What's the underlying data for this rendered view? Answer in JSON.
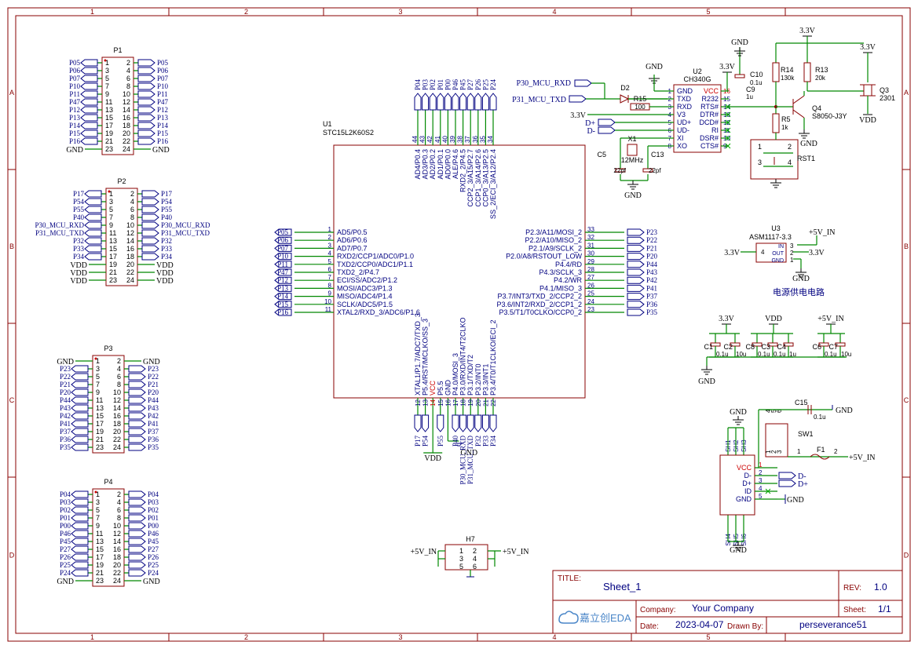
{
  "sheet": {
    "columns": [
      "1",
      "2",
      "3",
      "4",
      "5"
    ],
    "rows": [
      "A",
      "B",
      "C",
      "D"
    ]
  },
  "headers": [
    {
      "id": "P1",
      "left": [
        "P05",
        "P06",
        "P07",
        "P10",
        "P11",
        "P47",
        "P12",
        "P13",
        "P14",
        "P15",
        "P16",
        "GND"
      ],
      "right": [
        "P05",
        "P06",
        "P07",
        "P10",
        "P11",
        "P47",
        "P12",
        "P13",
        "P14",
        "P15",
        "P16",
        "GND"
      ]
    },
    {
      "id": "P2",
      "left": [
        "P17",
        "P54",
        "P55",
        "P40",
        "P30_MCU_RXD",
        "P31_MCU_TXD",
        "P32",
        "P33",
        "P34",
        "VDD",
        "VDD",
        "VDD"
      ],
      "right": [
        "P17",
        "P54",
        "P55",
        "P40",
        "P30_MCU_RXD",
        "P31_MCU_TXD",
        "P32",
        "P33",
        "P34",
        "VDD",
        "VDD",
        "VDD"
      ]
    },
    {
      "id": "P3",
      "left": [
        "GND",
        "P23",
        "P22",
        "P21",
        "P20",
        "P44",
        "P43",
        "P42",
        "P41",
        "P37",
        "P36",
        "P35"
      ],
      "right": [
        "GND",
        "P23",
        "P22",
        "P21",
        "P20",
        "P44",
        "P43",
        "P42",
        "P41",
        "P37",
        "P36",
        "P35"
      ]
    },
    {
      "id": "P4",
      "left": [
        "P04",
        "P03",
        "P02",
        "P01",
        "P00",
        "P46",
        "P45",
        "P27",
        "P26",
        "P25",
        "P24",
        "GND"
      ],
      "right": [
        "P04",
        "P03",
        "P02",
        "P01",
        "P00",
        "P46",
        "P45",
        "P27",
        "P26",
        "P25",
        "P24",
        "GND"
      ]
    }
  ],
  "mcu": {
    "ref": "U1",
    "name": "STC15L2K60S2",
    "left_nets": [
      "P05",
      "P06",
      "P07",
      "P10",
      "P11",
      "P47",
      "P12",
      "P13",
      "P14",
      "P15",
      "P16"
    ],
    "left_pins": [
      "AD5/P0.5",
      "AD6/P0.6",
      "AD7/P0.7",
      "RXD2/CCP1/ADC0/P1.0",
      "TXD2/CCP0/ADC1/P1.1",
      "TXD2_2/P4.7",
      "ECI/SS/ADC2/P1.2",
      "MOSI/ADC3/P1.3",
      "MISO/ADC4/P1.4",
      "SCLK/ADC5/P1.5",
      "XTAL2/RXD_3/ADC6/P1.6"
    ],
    "left_nums": [
      "1",
      "2",
      "3",
      "4",
      "5",
      "6",
      "7",
      "8",
      "9",
      "10",
      "11"
    ],
    "right_nets": [
      "P23",
      "P22",
      "P21",
      "P20",
      "P44",
      "P43",
      "P42",
      "P41",
      "P37",
      "P36",
      "P35"
    ],
    "right_pins": [
      "P2.3/A11/MOSI_2",
      "P2.2/A10/MISO_2",
      "P2.1/A9/SCLK_2",
      "P2.0/A8/RSTOUT_LOW",
      "P4.4/RD",
      "P4.3/SCLK_3",
      "P4.2/WR",
      "P4.1/MISO_3",
      "P3.7/INT3/TXD_2/CCP2_2",
      "P3.6/INT2/RXD_2/CCP1_2",
      "P3.5/T1/T0CLKO/CCP0_2"
    ],
    "right_nums": [
      "33",
      "32",
      "31",
      "30",
      "29",
      "28",
      "27",
      "26",
      "25",
      "24",
      "23"
    ],
    "top_nets": [
      "P04",
      "P03",
      "P02",
      "P01",
      "P00",
      "P46",
      "P45",
      "P27",
      "P26",
      "P25",
      "P24"
    ],
    "top_pins": [
      "AD4/P0.4",
      "AD3/P0.3",
      "AD2/P0.2",
      "AD1/P0.1",
      "AD0/P0.0",
      "ALE/P4.6",
      "RXD2_2/P4.5",
      "CCP2_3/A15/P2.7",
      "CCP1_3/A14/P2.6",
      "CCP0_3/A13/P2.5",
      "SS_2/ECI_3/A12/P2.4"
    ],
    "top_nums": [
      "44",
      "43",
      "42",
      "41",
      "40",
      "39",
      "38",
      "37",
      "36",
      "35",
      "34"
    ],
    "bottom_nets": [
      "P17",
      "P54",
      "VDD",
      "P55",
      "GND",
      "P40",
      "P30_MCU_RXD",
      "P31_MCU_TXD",
      "P32",
      "P33",
      "P34"
    ],
    "bottom_pins": [
      "XTAL1/P1.7/ADC7/TXD_3",
      "P5.4/RST/MCLKO/SS_3",
      "VCC",
      "P5.5",
      "GND",
      "P4.0/MOSI_3",
      "P3.0/RXD/INT4/T2CLKO",
      "P3.1/TXD/T2",
      "P3.2/INT0",
      "P3.3/INT1",
      "P3.4/T0/T1CLKO/ECI_2"
    ],
    "bottom_nums": [
      "12",
      "13",
      "14",
      "15",
      "16",
      "17",
      "18",
      "19",
      "20",
      "21",
      "22"
    ]
  },
  "usb_uart": {
    "ref": "U2",
    "name": "CH340G",
    "left_pins": [
      "GND",
      "TXD",
      "RXD",
      "V3",
      "UD+",
      "UD-",
      "XI",
      "XO"
    ],
    "left_nums": [
      "1",
      "2",
      "3",
      "4",
      "5",
      "6",
      "7",
      "8"
    ],
    "right_pins": [
      "VCC",
      "R232",
      "RTS#",
      "DTR#",
      "DCD#",
      "RI",
      "DSR#",
      "CTS#"
    ],
    "right_nums": [
      "16",
      "15",
      "14",
      "13",
      "12",
      "11",
      "10",
      "9"
    ],
    "nets": {
      "rxd": "P30_MCU_RXD",
      "txd": "P31_MCU_TXD",
      "v33": "3.3V",
      "dp": "D+",
      "dm": "D-",
      "gnd": "GND"
    }
  },
  "passives": {
    "D2": "D2",
    "R15": "R15",
    "R15_val": "100",
    "X1": "X1",
    "X1_val": "12MHz",
    "C5": "C5",
    "C5_val": "22pf",
    "C13": "C13",
    "C13_val": "22pf",
    "C10": "C10",
    "C10_val": "0.1u",
    "C9": "C9",
    "C9_val": "1u",
    "R14": "R14",
    "R14_val": "130k",
    "R13": "R13",
    "R13_val": "20k",
    "R5": "R5",
    "R5_val": "1k",
    "Q4": "Q4",
    "Q4_val": "S8050-J3Y",
    "Q3": "Q3",
    "Q3_val": "2301",
    "RST1": "RST1"
  },
  "power": {
    "ref": "U3",
    "name": "ASM1117-3.3",
    "pins": [
      "IN",
      "OUT",
      "GND"
    ],
    "pin_nums": [
      "3",
      "2",
      "1"
    ],
    "tab": "4",
    "in_net": "+5V_IN",
    "out_net": "3.3V",
    "title": "电源供电电路"
  },
  "caps": [
    {
      "ref": "C1",
      "val": "0.1u"
    },
    {
      "ref": "C2",
      "val": "10u"
    },
    {
      "ref": "C8",
      "val": "0.1u"
    },
    {
      "ref": "C3",
      "val": "0.1u"
    },
    {
      "ref": "C4",
      "val": "1u"
    },
    {
      "ref": "C6",
      "val": "0.1u"
    },
    {
      "ref": "C7",
      "val": "10u"
    }
  ],
  "cap_nets": [
    "3.3V",
    "VDD",
    "+5V_IN",
    "GND"
  ],
  "usb": {
    "sh_top": [
      "SH1",
      "SH2",
      "SH3"
    ],
    "sh_bottom": [
      "SH4",
      "SH5",
      "SH6"
    ],
    "pins": [
      "VCC",
      "D-",
      "D+",
      "ID",
      "GND"
    ],
    "pin_nums": [
      "1",
      "2",
      "3",
      "4",
      "5"
    ],
    "nets": [
      "D-",
      "D+",
      "GND"
    ],
    "sw": "SW1",
    "sw_pins": [
      "4",
      "5",
      "6",
      "1",
      "2",
      "3"
    ],
    "c15": "C15",
    "c15_val": "0.1u",
    "f1": "F1",
    "f1_pins": [
      "1",
      "2"
    ],
    "vin": "+5V_IN"
  },
  "h7": {
    "ref": "H7",
    "pins": [
      "1",
      "2",
      "3",
      "4",
      "5",
      "6"
    ],
    "net": "+5V_IN"
  },
  "title_block": {
    "title_label": "TITLE:",
    "title": "Sheet_1",
    "rev_label": "REV:",
    "rev": "1.0",
    "company_label": "Company:",
    "company": "Your Company",
    "sheet_label": "Sheet:",
    "sheet": "1/1",
    "date_label": "Date:",
    "date": "2023-04-07",
    "drawn_label": "Drawn By:",
    "drawn": "perseverance51",
    "logo": "嘉立创EDA"
  },
  "labels": {
    "gnd": "GND",
    "vdd": "VDD",
    "v33": "3.3V",
    "v5": "+5V_IN",
    "vcc": "VCC"
  },
  "colors": {
    "frame": "#880000",
    "wire": "#008800",
    "net": "#000080",
    "pin_red": "#cc0000"
  }
}
